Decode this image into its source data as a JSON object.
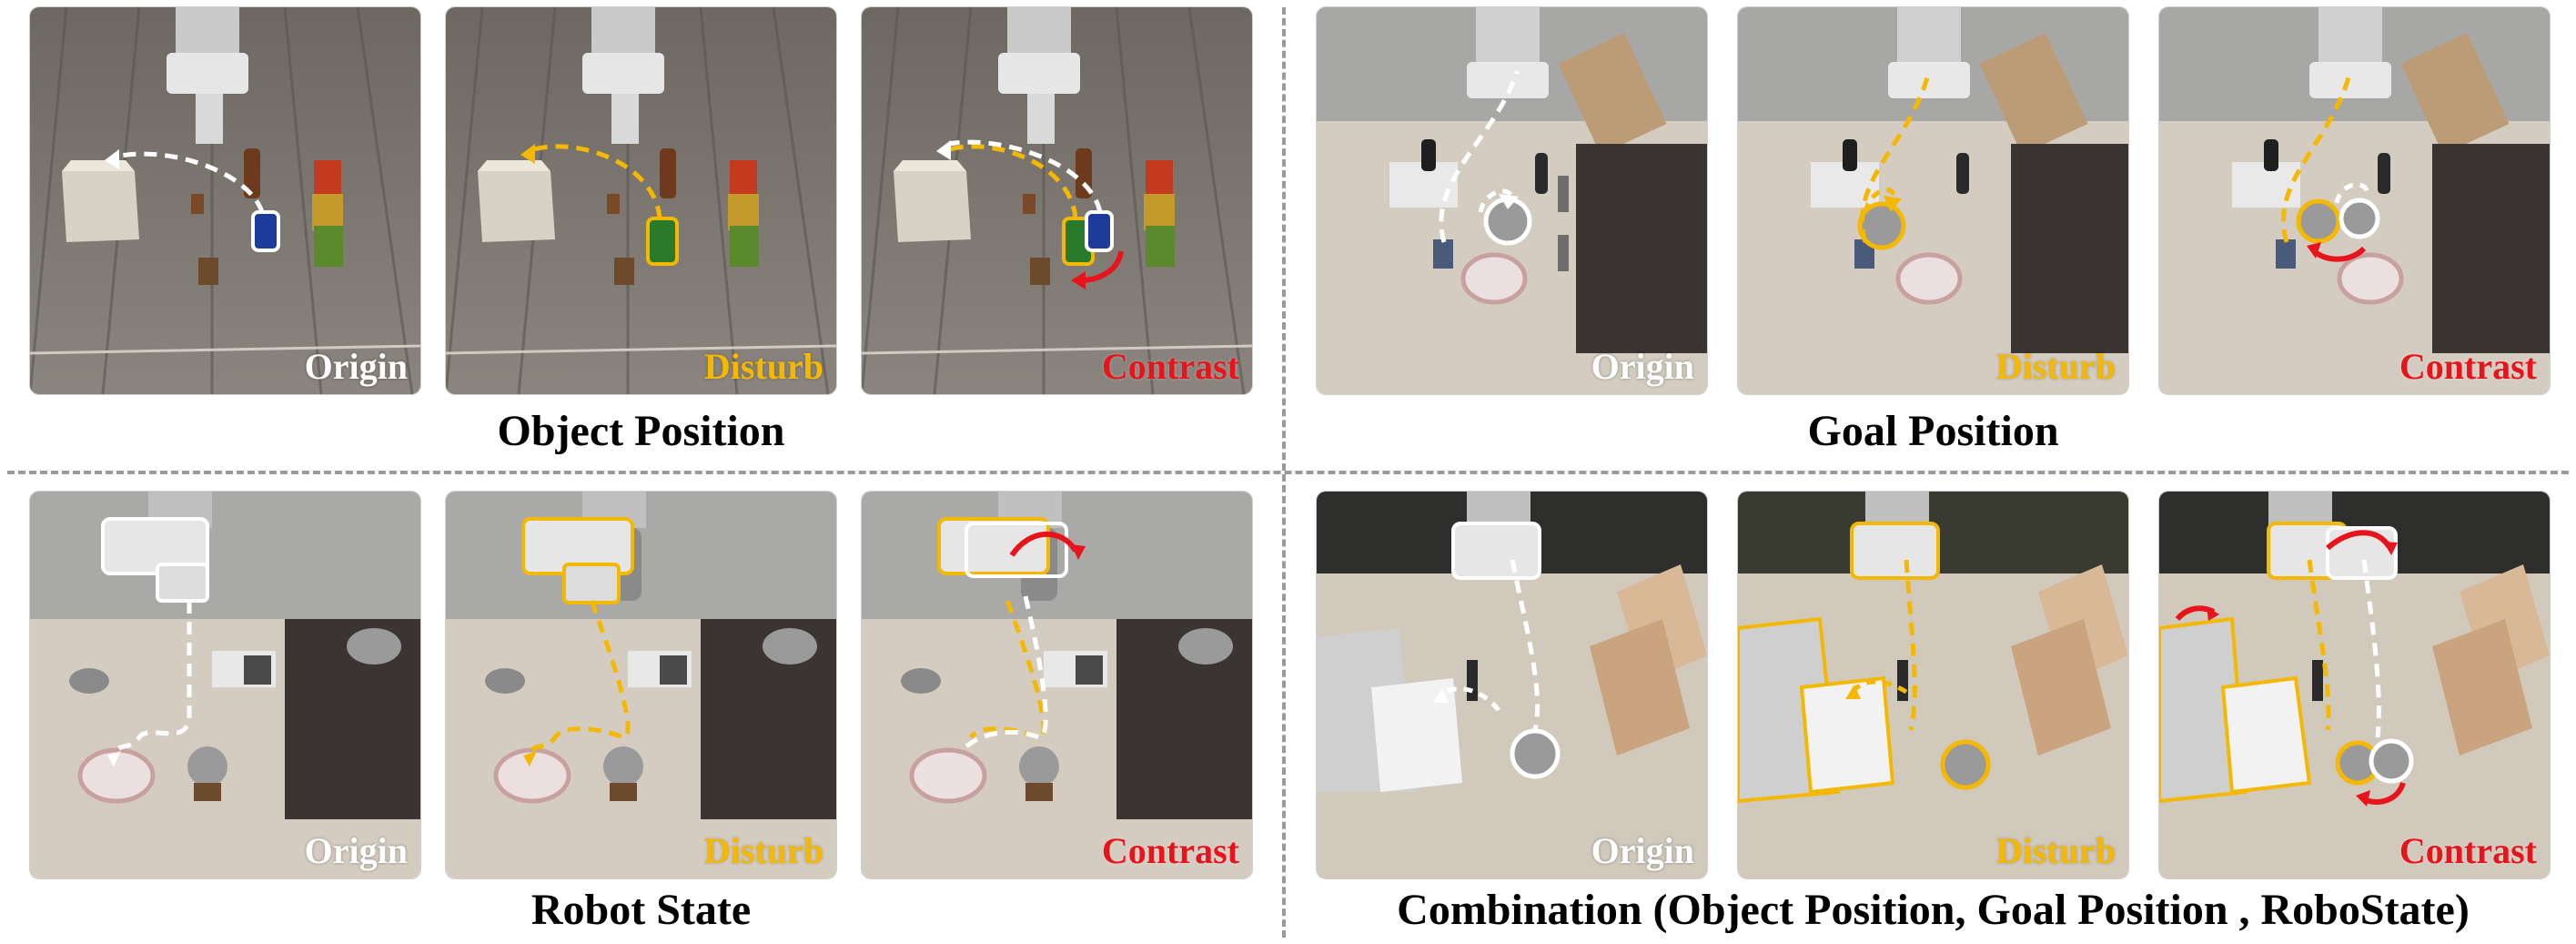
{
  "colors": {
    "origin": "#ffffff",
    "disturb": "#f5b800",
    "contrast": "#e8141b"
  },
  "labels": {
    "origin": "Origin",
    "disturb": "Disturb",
    "contrast": "Contrast"
  },
  "groups": {
    "object_position": {
      "caption": "Object Position"
    },
    "goal_position": {
      "caption": "Goal Position"
    },
    "robot_state": {
      "caption": "Robot State"
    },
    "combination": {
      "caption": "Combination (Object Position,  Goal Position , RoboState)"
    }
  },
  "scenes": {
    "object_position": "wood floor, wire basket, bottles and cans",
    "goal_position": "kitchen counter, stove, bowl, plate, dark cabinet",
    "robot_state": "kitchen counter, gripper, bowls, plate, dark cabinet",
    "combination": "dark backsplash, open white drawer cabinet, bowl, wooden boards"
  }
}
